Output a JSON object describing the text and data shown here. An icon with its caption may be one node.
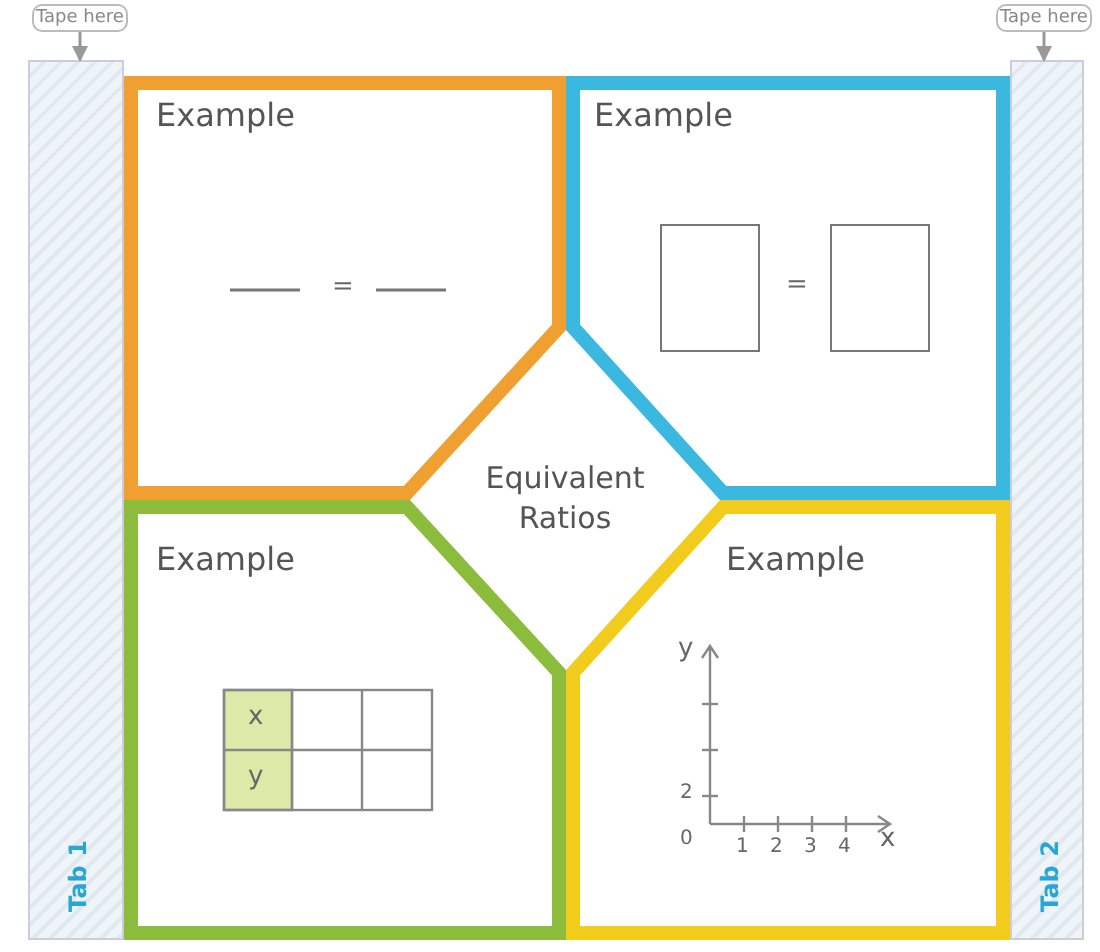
{
  "diagram": {
    "nodes": [
      {
        "text": [
          "Tape here"
        ]
      },
      {
        "text": [
          "Tape here"
        ]
      },
      {
        "text": [
          "Tab 1"
        ]
      },
      {
        "text": [
          "Example"
        ]
      },
      {
        "text": [
          "Example"
        ]
      },
      {
        "text": [
          "Equivalent Ratios"
        ]
      },
      {
        "text": [
          "Example"
        ]
      },
      {
        "text": [
          "Example"
        ]
      },
      {
        "text": [
          "Tab 2"
        ]
      },
      {
        "text": [],
        "shape": "box",
        "in": 4
      },
      {
        "text": [],
        "shape": "box",
        "in": 4
      }
    ],
    "edges": [
      {
        "from": 0,
        "to": 2,
        "arrow": "to"
      },
      {
        "from": 1,
        "to": 8,
        "arrow": "to"
      }
    ],
    "labels": [
      "=",
      "=",
      "x",
      "y",
      "y",
      "2",
      "0",
      "1",
      "2",
      "3",
      "4",
      "x"
    ]
  }
}
